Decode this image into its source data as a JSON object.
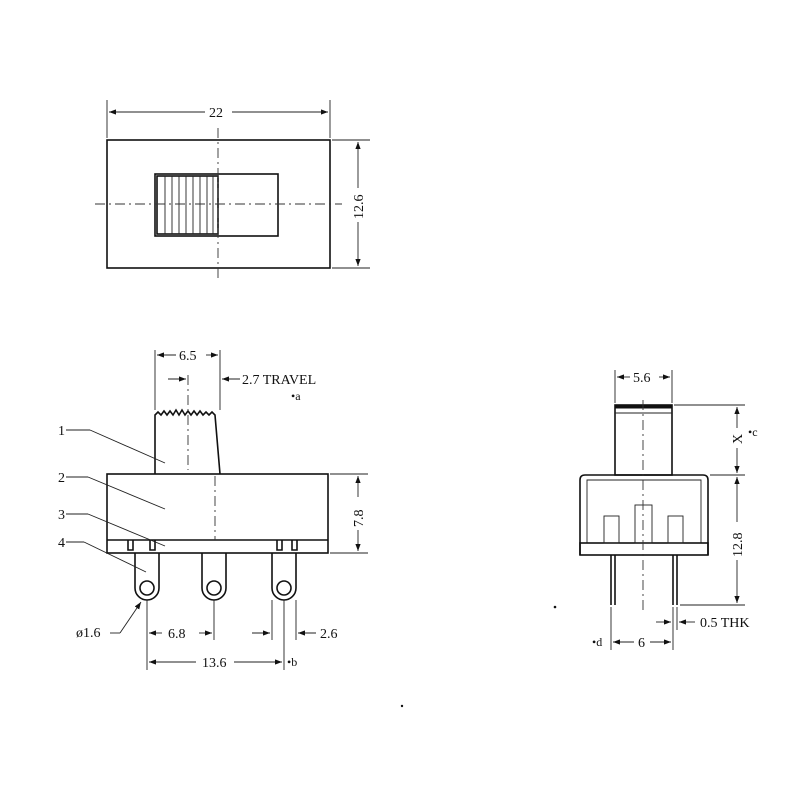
{
  "top_view": {
    "width_dim": "22",
    "height_dim": "12.6"
  },
  "side_view": {
    "actuator_width": "6.5",
    "travel": "2.7 TRAVEL",
    "note_a": "•a",
    "callouts": [
      "1",
      "2",
      "3",
      "4"
    ],
    "height_dim": "7.8",
    "hole_dia": "ø1.6",
    "pitch": "6.8",
    "tab_width": "2.6",
    "span": "13.6",
    "note_b": "•b"
  },
  "end_view": {
    "actuator_width": "5.6",
    "actuator_height": "X",
    "note_c": "•c",
    "height_dim": "12.8",
    "thickness": "0.5 THK",
    "pin_spacing": "6",
    "note_d": "•d"
  }
}
